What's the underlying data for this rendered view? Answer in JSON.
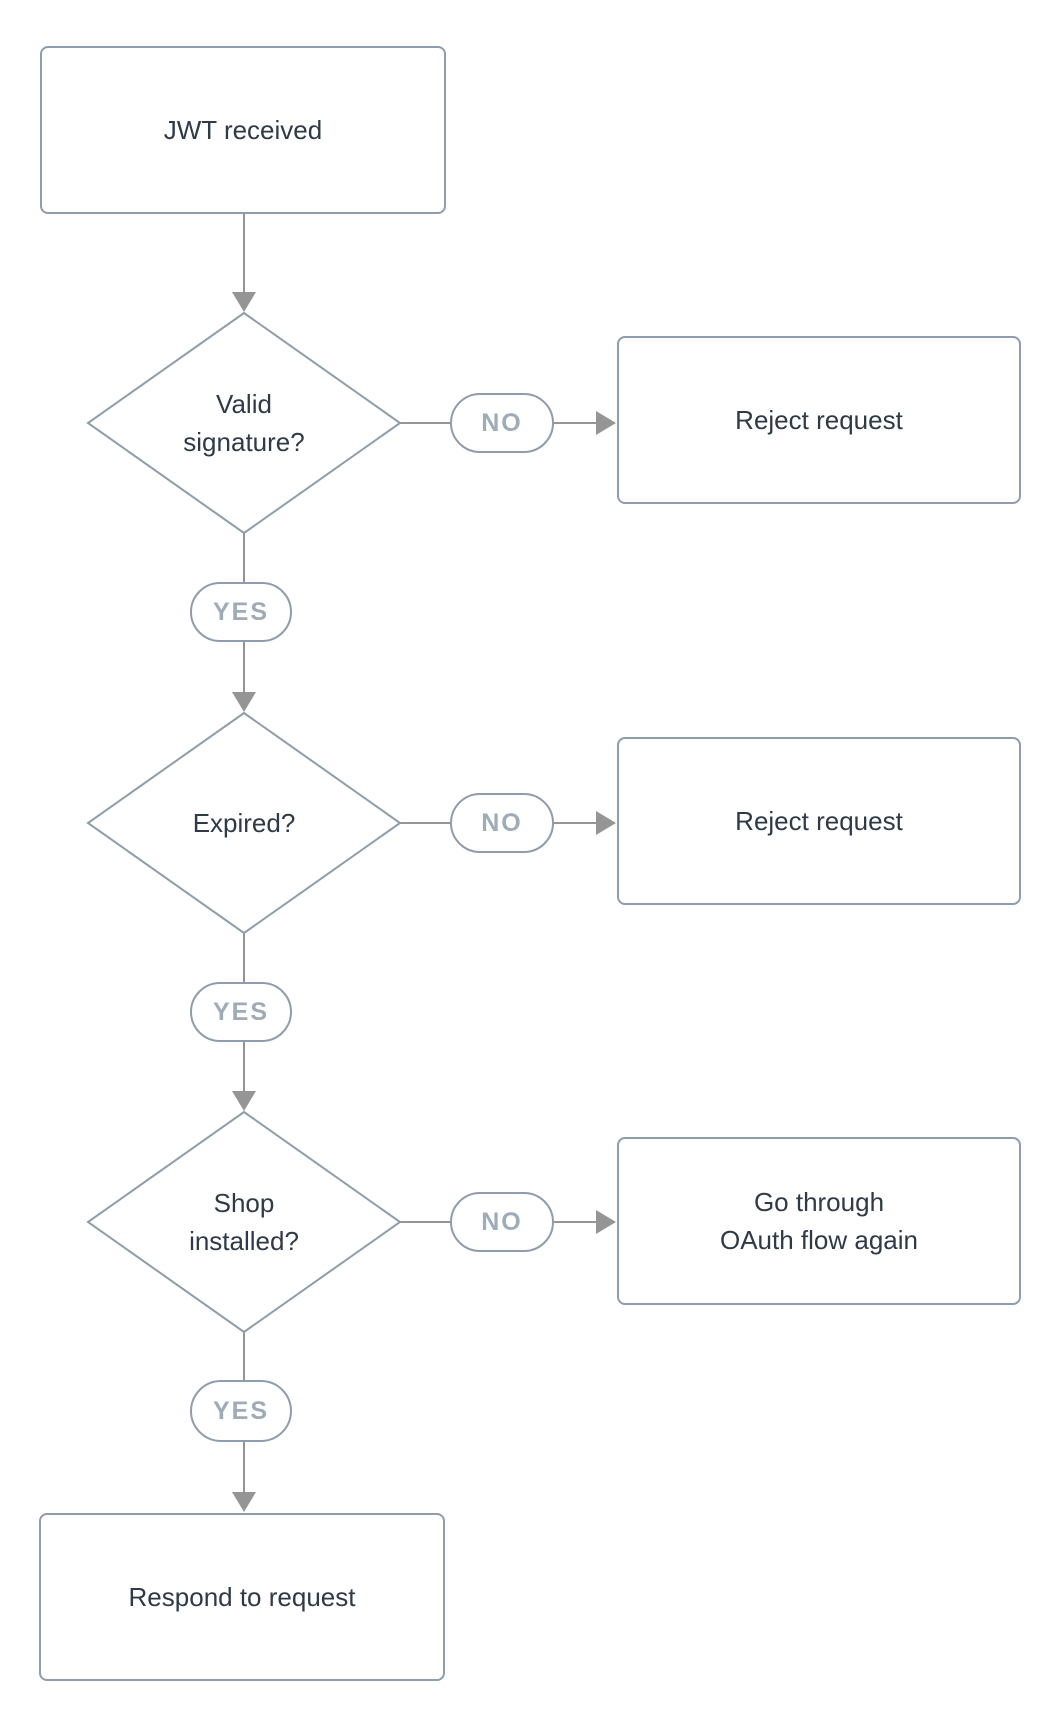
{
  "flowchart": {
    "nodes": {
      "start": {
        "label": "JWT received"
      },
      "valid_signature": {
        "label": "Valid\nsignature?"
      },
      "reject_1": {
        "label": "Reject request"
      },
      "expired": {
        "label": "Expired?"
      },
      "reject_2": {
        "label": "Reject request"
      },
      "shop_installed": {
        "label": "Shop\ninstalled?"
      },
      "oauth": {
        "label": "Go through\nOAuth flow again"
      },
      "respond": {
        "label": "Respond to request"
      }
    },
    "edges": [
      {
        "from": "JWT received",
        "to": "Valid signature?",
        "label": ""
      },
      {
        "from": "Valid signature?",
        "to": "Reject request",
        "label": "NO"
      },
      {
        "from": "Valid signature?",
        "to": "Expired?",
        "label": "YES"
      },
      {
        "from": "Expired?",
        "to": "Reject request",
        "label": "NO"
      },
      {
        "from": "Expired?",
        "to": "Shop installed?",
        "label": "YES"
      },
      {
        "from": "Shop installed?",
        "to": "Go through OAuth flow again",
        "label": "NO"
      },
      {
        "from": "Shop installed?",
        "to": "Respond to request",
        "label": "YES"
      }
    ],
    "colors": {
      "background": "#ffffff",
      "shape_border": "#8d9dad",
      "connector": "#959595",
      "node_text": "#2e3a47",
      "edge_label_text": "#9eabb9"
    }
  }
}
